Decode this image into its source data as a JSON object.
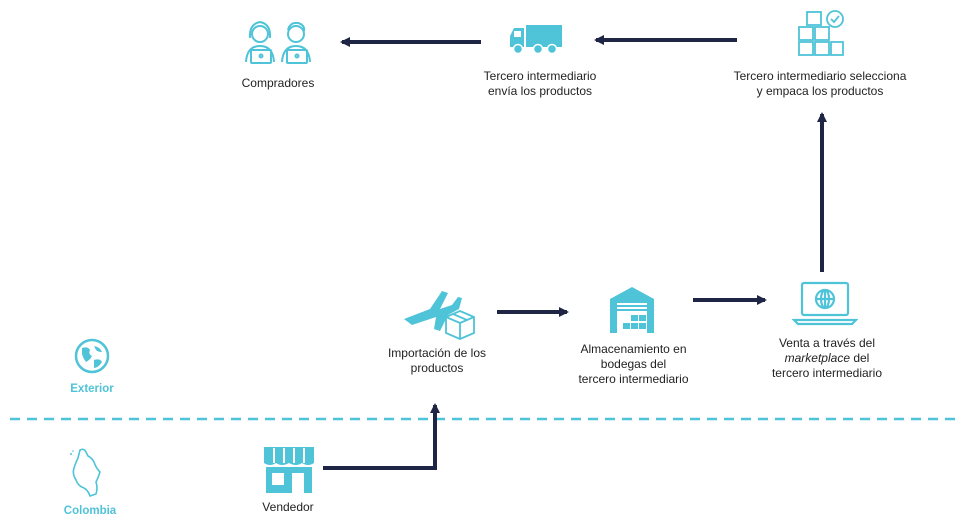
{
  "colors": {
    "accent": "#4fc3d7",
    "arrow": "#1f2544",
    "icon_dark": "#2a3e56"
  },
  "regions": {
    "exterior": "Exterior",
    "colombia": "Colombia"
  },
  "nodes": {
    "compradores": {
      "label": "Compradores",
      "icon": "buyers-icon"
    },
    "envia": {
      "line1": "Tercero intermediario",
      "line2": "envía los productos",
      "icon": "truck-icon"
    },
    "selecciona": {
      "line1": "Tercero intermediario selecciona",
      "line2": "y empaca los productos",
      "icon": "boxes-check-icon"
    },
    "importacion": {
      "line1": "Importación de los",
      "line2": "productos",
      "icon": "plane-box-icon"
    },
    "almacenamiento": {
      "line1": "Almacenamiento  en",
      "line2": "bodegas del",
      "line3": "tercero intermediario",
      "icon": "warehouse-icon"
    },
    "venta": {
      "line1": "Venta a través del",
      "line2_italic": "marketplace",
      "line2_rest": " del",
      "line3": "tercero intermediario",
      "icon": "laptop-globe-icon"
    },
    "vendedor": {
      "label": "Vendedor",
      "icon": "store-icon"
    }
  }
}
